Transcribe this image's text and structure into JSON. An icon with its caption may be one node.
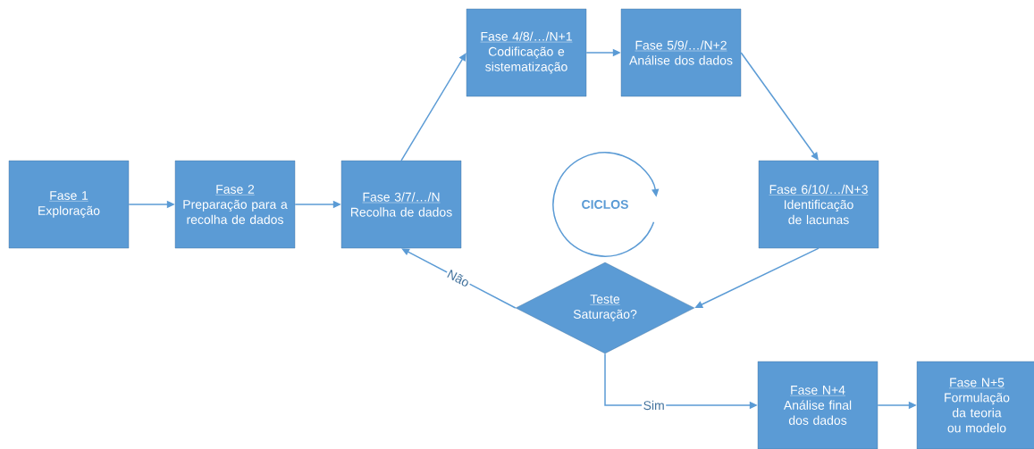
{
  "diagram": {
    "nodes": [
      {
        "text": [
          "Fase 1",
          "Exploração"
        ]
      },
      {
        "text": [
          "Fase 2",
          "Preparação para a recolha de dados"
        ]
      },
      {
        "text": [
          "Fase 3/7/…/N",
          "Recolha de dados"
        ]
      },
      {
        "text": [
          "Fase 4/8/…/N+1",
          "Codificação e sistematização"
        ]
      },
      {
        "text": [
          "Fase 5/9/…/N+2",
          "Análise dos dados"
        ]
      },
      {
        "text": [
          "Fase 6/10/…/N+3",
          "Identificação de lacunas"
        ]
      },
      {
        "text": [
          "Teste",
          "Saturação?"
        ]
      },
      {
        "text": [
          "Fase N+4",
          "Análise final dos dados"
        ]
      },
      {
        "text": [
          "Fase N+5",
          "Formulação da teoria ou modelo"
        ]
      },
      {
        "text": [
          "CICLOS"
        ]
      }
    ],
    "edges": [
      {
        "from": 0,
        "to": 1,
        "arrow": "to"
      },
      {
        "from": 1,
        "to": 2,
        "arrow": "to"
      },
      {
        "from": 2,
        "to": 3,
        "arrow": "to"
      },
      {
        "from": 3,
        "to": 4,
        "arrow": "to"
      },
      {
        "from": 4,
        "to": 5,
        "arrow": "to"
      },
      {
        "from": 5,
        "to": 6,
        "arrow": "to"
      },
      {
        "from": 6,
        "to": 2,
        "arrow": "to",
        "label": "Não"
      },
      {
        "from": 6,
        "to": 7,
        "arrow": "to",
        "label": "Sim"
      },
      {
        "from": 7,
        "to": 8,
        "arrow": "to"
      }
    ]
  }
}
